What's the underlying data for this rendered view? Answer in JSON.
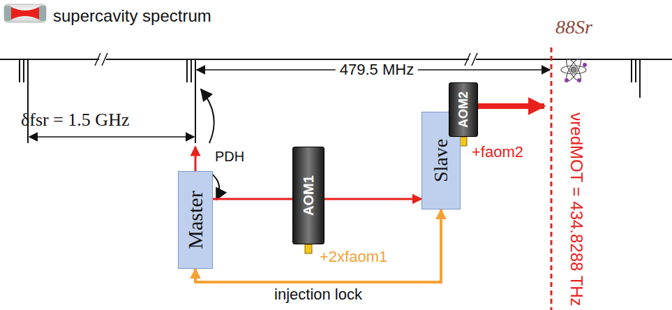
{
  "diagram": {
    "nodes": [
      {
        "text": [
          "Master"
        ]
      },
      {
        "text": [
          "AOM1"
        ]
      },
      {
        "text": [
          "Slave"
        ]
      },
      {
        "text": [
          "AOM2"
        ]
      }
    ],
    "edges": [
      {
        "from": 0,
        "to": 1,
        "arrow": "none"
      },
      {
        "from": 1,
        "to": 2,
        "arrow": "to"
      },
      {
        "from": 0,
        "to": 2,
        "label": "injection lock",
        "arrow": "both"
      }
    ],
    "labels": [
      "supercavity spectrum",
      "δfsr = 1.5 GHz",
      "479.5 MHz",
      "PDH",
      "88Sr",
      "+2xfaom1",
      "+faom2",
      "νredMOT = 434.8288 THz"
    ]
  }
}
